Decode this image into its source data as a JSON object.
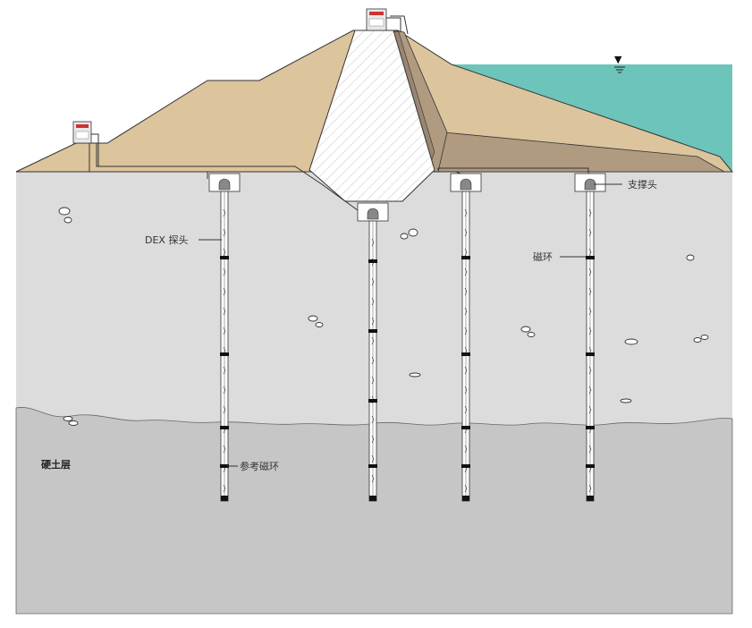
{
  "header": {
    "title_black": "",
    "title_red": ""
  },
  "labels": {
    "dex_probe": "DEX 探头",
    "support_head": "支撑头",
    "magnetic_ring": "磁环",
    "reference_ring": "参考磁环",
    "hard_soil": "硬土层"
  },
  "colors": {
    "embankment": "#dcc49c",
    "dark_fill": "#b09a80",
    "water": "#6cc4bb",
    "soil": "#dcdcdc",
    "hard_soil": "#c8c8c8",
    "title_red": "#e23030"
  },
  "water_level_symbol": "▼"
}
